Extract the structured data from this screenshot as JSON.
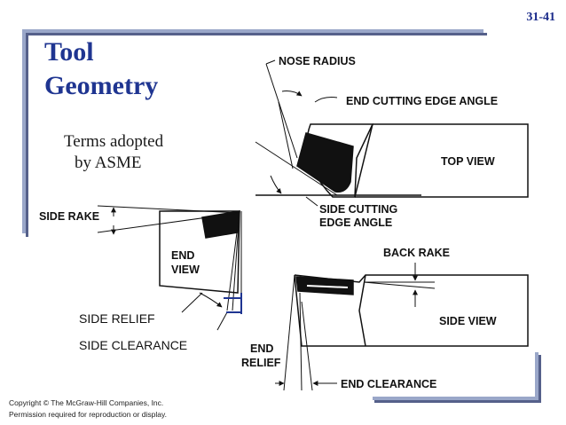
{
  "page_number": "31-41",
  "title_line1": "Tool",
  "title_line2": "Geometry",
  "subtitle_line1": "Terms adopted",
  "subtitle_line2": "by ASME",
  "labels": {
    "nose_radius": "NOSE RADIUS",
    "end_cutting_edge_angle": "END CUTTING EDGE ANGLE",
    "top_view": "TOP VIEW",
    "side_cutting_1": "SIDE CUTTING",
    "side_cutting_2": "EDGE ANGLE",
    "side_rake": "SIDE RAKE",
    "end_view_1": "END",
    "end_view_2": "VIEW",
    "back_rake": "BACK RAKE",
    "side_view": "SIDE VIEW",
    "side_relief": "SIDE RELIEF",
    "side_clearance": "SIDE CLEARANCE",
    "end_relief_1": "END",
    "end_relief_2": "RELIEF",
    "end_clearance": "END CLEARANCE"
  },
  "copyright_line1": "Copyright © The McGraw-Hill Companies, Inc.",
  "copyright_line2": "Permission required for reproduction or display.",
  "colors": {
    "frame": "#9aa7c9",
    "title": "#1f3591",
    "accent_blue": "#1f3591"
  }
}
